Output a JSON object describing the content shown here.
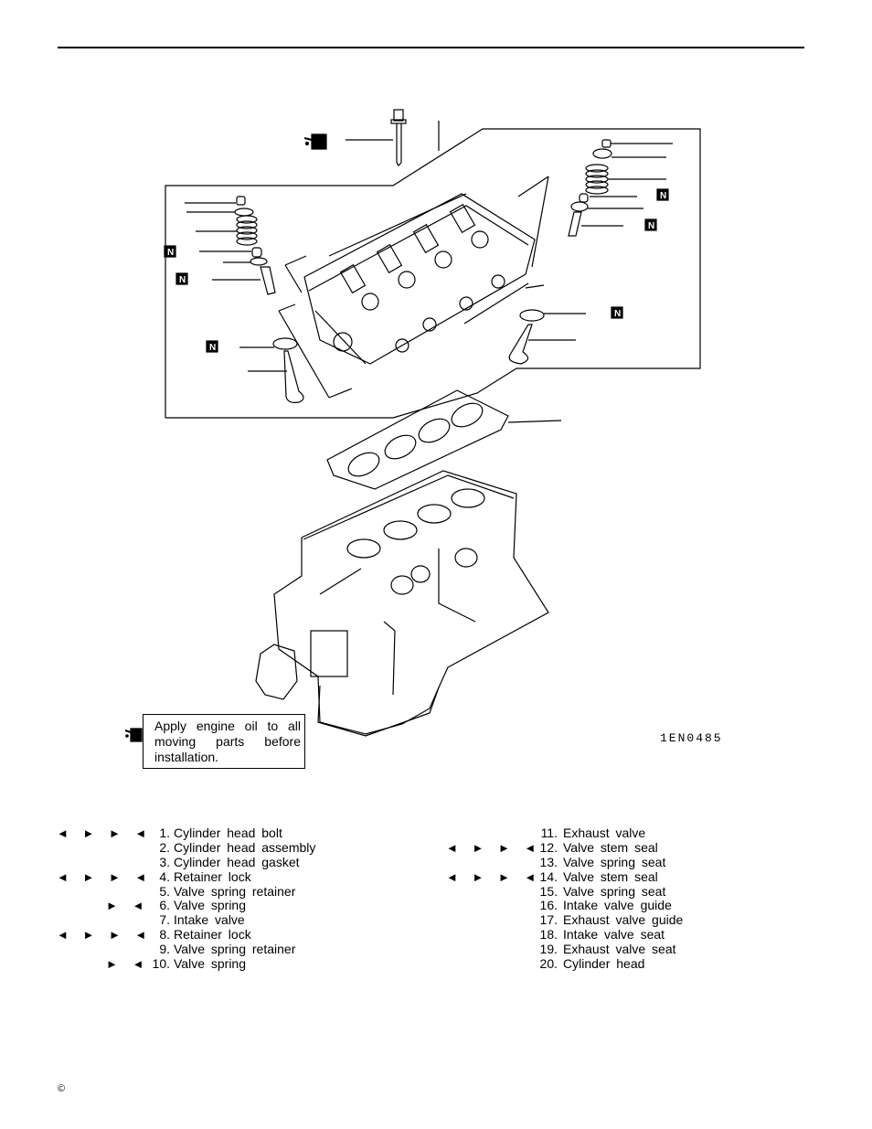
{
  "figure": {
    "code": "1EN0485",
    "n_badge": "N",
    "note": "Apply engine oil to all moving parts before installation."
  },
  "legend": {
    "left": [
      {
        "num": "1.",
        "label": "Cylinder head bolt",
        "arrows": "◄ ► ► ◄"
      },
      {
        "num": "2.",
        "label": "Cylinder head assembly",
        "arrows": ""
      },
      {
        "num": "3.",
        "label": "Cylinder head gasket",
        "arrows": ""
      },
      {
        "num": "4.",
        "label": "Retainer lock",
        "arrows": "◄ ► ► ◄"
      },
      {
        "num": "5.",
        "label": "Valve spring retainer",
        "arrows": ""
      },
      {
        "num": "6.",
        "label": "Valve spring",
        "arrows": "► ◄"
      },
      {
        "num": "7.",
        "label": "Intake valve",
        "arrows": ""
      },
      {
        "num": "8.",
        "label": "Retainer lock",
        "arrows": "◄ ► ► ◄"
      },
      {
        "num": "9.",
        "label": "Valve spring retainer",
        "arrows": ""
      },
      {
        "num": "10.",
        "label": "Valve spring",
        "arrows": "► ◄"
      }
    ],
    "right": [
      {
        "num": "11.",
        "label": "Exhaust valve",
        "arrows": ""
      },
      {
        "num": "12.",
        "label": "Valve stem seal",
        "arrows": "◄ ► ► ◄"
      },
      {
        "num": "13.",
        "label": "Valve spring seat",
        "arrows": ""
      },
      {
        "num": "14.",
        "label": "Valve stem seal",
        "arrows": "◄ ► ► ◄"
      },
      {
        "num": "15.",
        "label": "Valve spring seat",
        "arrows": ""
      },
      {
        "num": "16.",
        "label": "Intake valve guide",
        "arrows": ""
      },
      {
        "num": "17.",
        "label": "Exhaust valve guide",
        "arrows": ""
      },
      {
        "num": "18.",
        "label": "Intake valve seat",
        "arrows": ""
      },
      {
        "num": "19.",
        "label": "Exhaust valve seat",
        "arrows": ""
      },
      {
        "num": "20.",
        "label": "Cylinder head",
        "arrows": ""
      }
    ]
  },
  "footer": {
    "copyright": "©"
  }
}
